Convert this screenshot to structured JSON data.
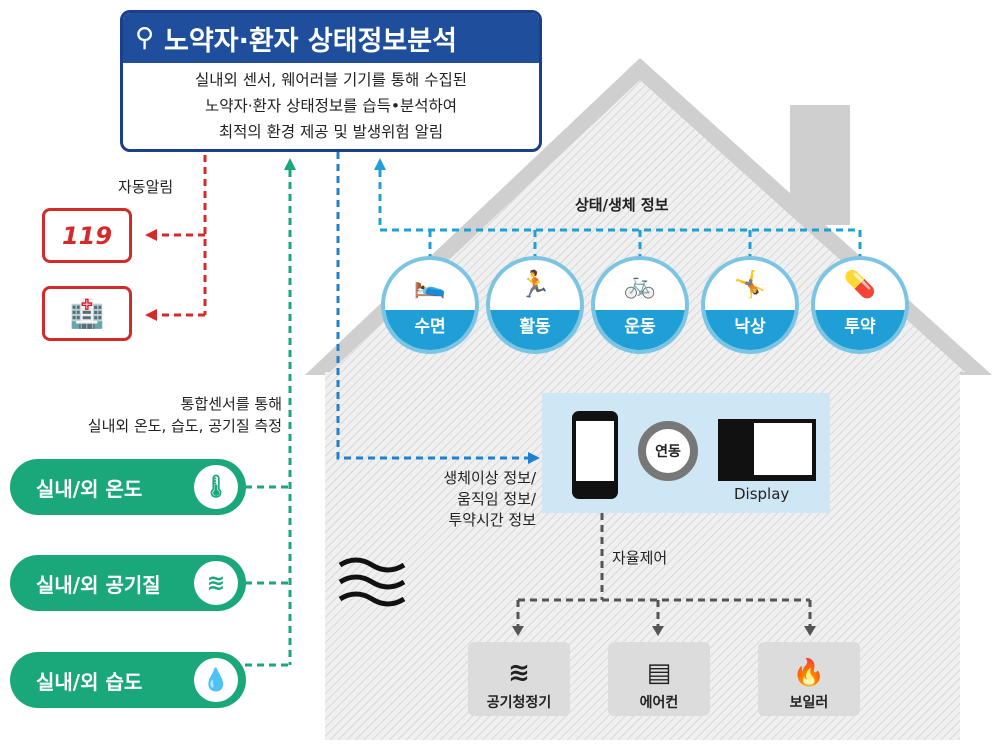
{
  "title": {
    "heading": "노약자·환자 상태정보분석",
    "lines": [
      "실내외 센서, 웨어러블 기기를 통해 수집된",
      "노약자·환자 상태정보를 습득•분석하여",
      "최적의 환경 제공 및 발생위험 알림"
    ]
  },
  "alerts": {
    "label": "자동알림",
    "emergency": "119",
    "hospital_icon": "hospital-icon"
  },
  "biometric": {
    "label": "상태/생체 정보",
    "items": [
      {
        "label": "수면",
        "icon": "sleep-icon"
      },
      {
        "label": "활동",
        "icon": "running-icon"
      },
      {
        "label": "운동",
        "icon": "bicycle-icon"
      },
      {
        "label": "낙상",
        "icon": "fall-icon"
      },
      {
        "label": "투약",
        "icon": "medicine-icon"
      }
    ]
  },
  "sensors": {
    "caption": [
      "통합센서를 통해",
      "실내외 온도, 습도, 공기질 측정"
    ],
    "items": [
      {
        "label": "실내/외 온도",
        "icon": "thermometer-icon"
      },
      {
        "label": "실내/외 공기질",
        "icon": "wind-icon"
      },
      {
        "label": "실내/외 습도",
        "icon": "water-drop-icon"
      }
    ]
  },
  "devices": {
    "sync_label": "연동",
    "display_label": "Display",
    "info_lines": [
      "생체이상 정보/",
      "움직임 정보/",
      "투약시간 정보"
    ],
    "control_label": "자율제어",
    "appliances": [
      {
        "label": "공기청정기",
        "icon": "air-purifier-icon"
      },
      {
        "label": "에어컨",
        "icon": "air-conditioner-icon"
      },
      {
        "label": "보일러",
        "icon": "boiler-icon"
      }
    ]
  },
  "colors": {
    "blue": "#1f4e9c",
    "red": "#d42a2a",
    "green": "#1aa87a",
    "sky": "#1f9fd6"
  }
}
